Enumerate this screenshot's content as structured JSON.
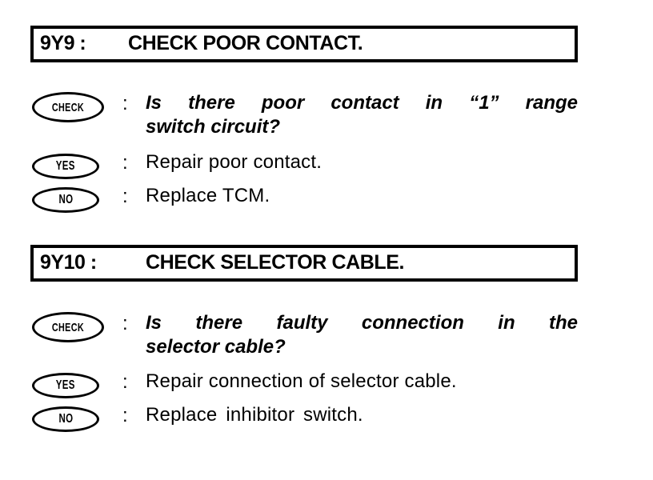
{
  "document": {
    "type": "service-manual-diagnostic-flowchart",
    "background_color": "#ffffff",
    "ink_color": "#000000"
  },
  "steps": [
    {
      "id": "9Y9 :",
      "title": "CHECK POOR CONTACT.",
      "check": {
        "oval_label": "CHECK",
        "separator": ":",
        "line1": "Is there poor contact in “1” range",
        "line2": "switch circuit?"
      },
      "answers": [
        {
          "oval_label": "YES",
          "separator": ":",
          "text": "Repair poor contact."
        },
        {
          "oval_label": "NO",
          "separator": ":",
          "text": "Replace TCM."
        }
      ]
    },
    {
      "id": "9Y10 :",
      "title": "CHECK SELECTOR CABLE.",
      "check": {
        "oval_label": "CHECK",
        "separator": ":",
        "line1": "Is there faulty connection in the",
        "line2": "selector cable?"
      },
      "answers": [
        {
          "oval_label": "YES",
          "separator": ":",
          "text": "Repair connection of selector cable."
        },
        {
          "oval_label": "NO",
          "separator": ":",
          "text": "Replace inhibitor switch."
        }
      ]
    }
  ]
}
